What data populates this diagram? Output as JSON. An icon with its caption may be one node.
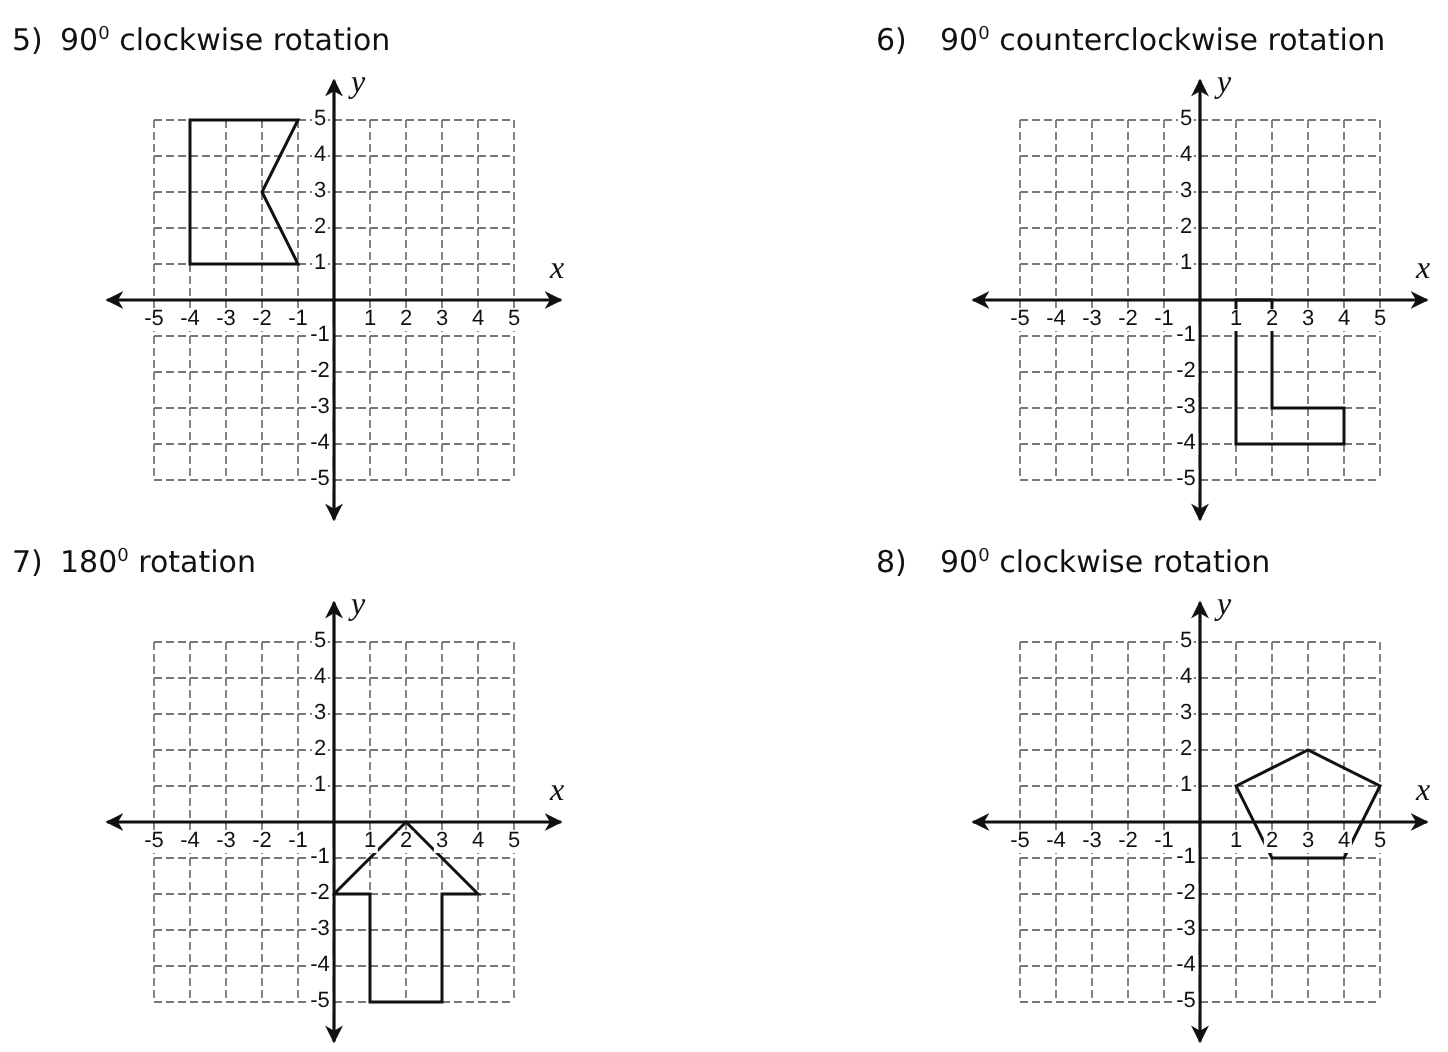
{
  "diagram": {
    "nodes": [
      {
        "text": [],
        "shape": "polygon"
      },
      {
        "text": [],
        "shape": "polygon"
      },
      {
        "text": [],
        "shape": "polygon"
      },
      {
        "text": [],
        "shape": "polygon"
      }
    ],
    "labels": [
      "5)",
      "90$^{0}$ clockwise rotation",
      "y",
      "5",
      "4",
      "3",
      "2",
      "1",
      "x",
      "-5",
      "-4",
      "-3",
      "-2",
      "-1",
      "1",
      "2",
      "3",
      "4",
      "5",
      "-1",
      "-2",
      "-3",
      "-4",
      "-5",
      "6)",
      "90$^{0}$ counterclockwise rotation",
      "y",
      "5",
      "4",
      "3",
      "2",
      "1",
      "x",
      "-5",
      "-4",
      "-3",
      "-2",
      "-1",
      "1",
      "2",
      "3",
      "4",
      "5",
      "-1",
      "-2",
      "-3",
      "-4",
      "-5",
      "7)",
      "180$^{0}$ rotation",
      "y",
      "5",
      "4",
      "3",
      "2",
      "1",
      "x",
      "-5",
      "-4",
      "-3",
      "-2",
      "-1",
      "1",
      "2",
      "3",
      "4",
      "5",
      "-1",
      "-2",
      "-3",
      "-4",
      "-5",
      "8)",
      "90$^{0}$ clockwise rotation",
      "y",
      "5",
      "4",
      "3",
      "2",
      "1",
      "x",
      "-5",
      "-4",
      "-3",
      "-2",
      "-1",
      "1",
      "2",
      "3",
      "4",
      "5",
      "-1",
      "-2",
      "-3",
      "-4",
      "-5"
    ]
  }
}
